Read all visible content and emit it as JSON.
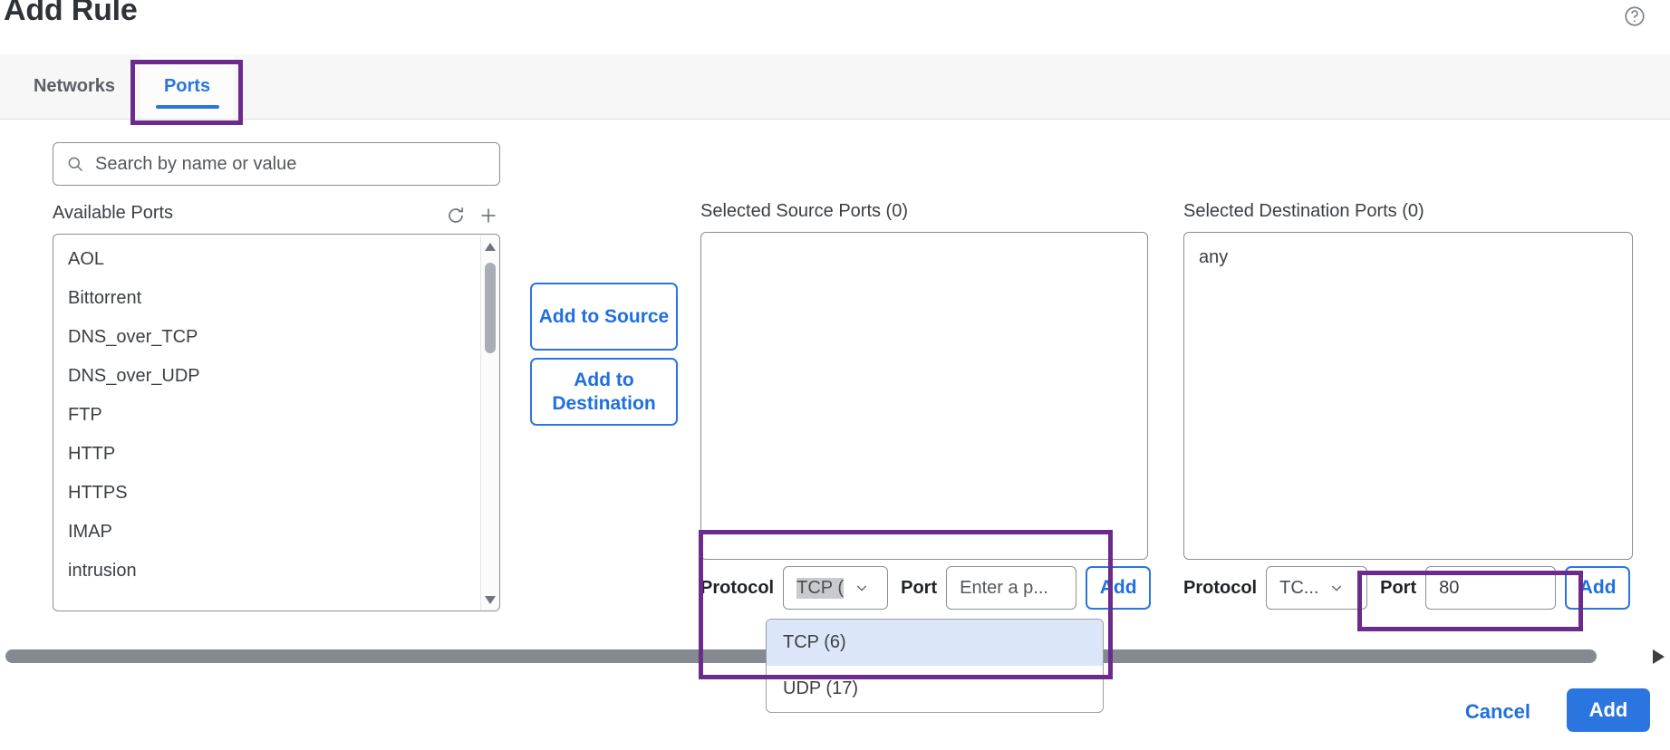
{
  "header": {
    "title": "Add Rule",
    "help_icon": "help-circle-icon"
  },
  "tabs": [
    {
      "label": "Networks",
      "active": false
    },
    {
      "label": "Ports",
      "active": true
    }
  ],
  "search": {
    "placeholder": "Search by name or value",
    "value": "",
    "icon": "search-icon"
  },
  "available": {
    "label": "Available Ports",
    "refresh_icon": "refresh-icon",
    "add_icon": "plus-icon",
    "items": [
      "AOL",
      "Bittorrent",
      "DNS_over_TCP",
      "DNS_over_UDP",
      "FTP",
      "HTTP",
      "HTTPS",
      "IMAP",
      "intrusion"
    ]
  },
  "transfer": {
    "add_to_source": "Add to Source",
    "add_to_destination": "Add to Destination"
  },
  "source": {
    "label": "Selected Source Ports (0)",
    "items": [],
    "protocol_label": "Protocol",
    "protocol_value": "TCP (",
    "port_label": "Port",
    "port_placeholder": "Enter a p...",
    "port_value": "",
    "add_label": "Add"
  },
  "destination": {
    "label": "Selected Destination Ports (0)",
    "items": [
      "any"
    ],
    "protocol_label": "Protocol",
    "protocol_value": "TC...",
    "port_label": "Port",
    "port_placeholder": "",
    "port_value": "80",
    "add_label": "Add"
  },
  "protocol_dropdown": {
    "open": true,
    "options": [
      {
        "label": "TCP (6)",
        "active": true
      },
      {
        "label": "UDP (17)",
        "active": false
      }
    ]
  },
  "footer": {
    "cancel_label": "Cancel",
    "add_label": "Add"
  },
  "colors": {
    "accent_blue": "#2a75e0",
    "highlight_purple": "#6b2a8c",
    "option_active_bg": "#dbe7f8",
    "text_dark": "#3b3f45"
  }
}
